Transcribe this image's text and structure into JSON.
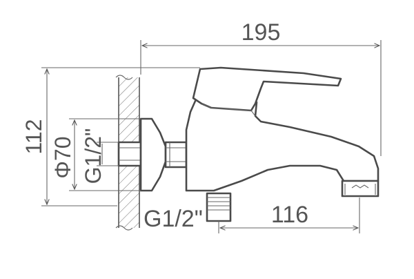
{
  "dimensions": {
    "overall_width": "195",
    "overall_height": "112",
    "flange_diameter": "Φ70",
    "inlet_thread_side": "G1/2\"",
    "inlet_thread_bottom": "G1/2\"",
    "spout_offset": "116"
  },
  "colors": {
    "line": "#555555",
    "body": "#4a4a4a",
    "hatch": "#7a7a7a",
    "background": "#ffffff"
  }
}
